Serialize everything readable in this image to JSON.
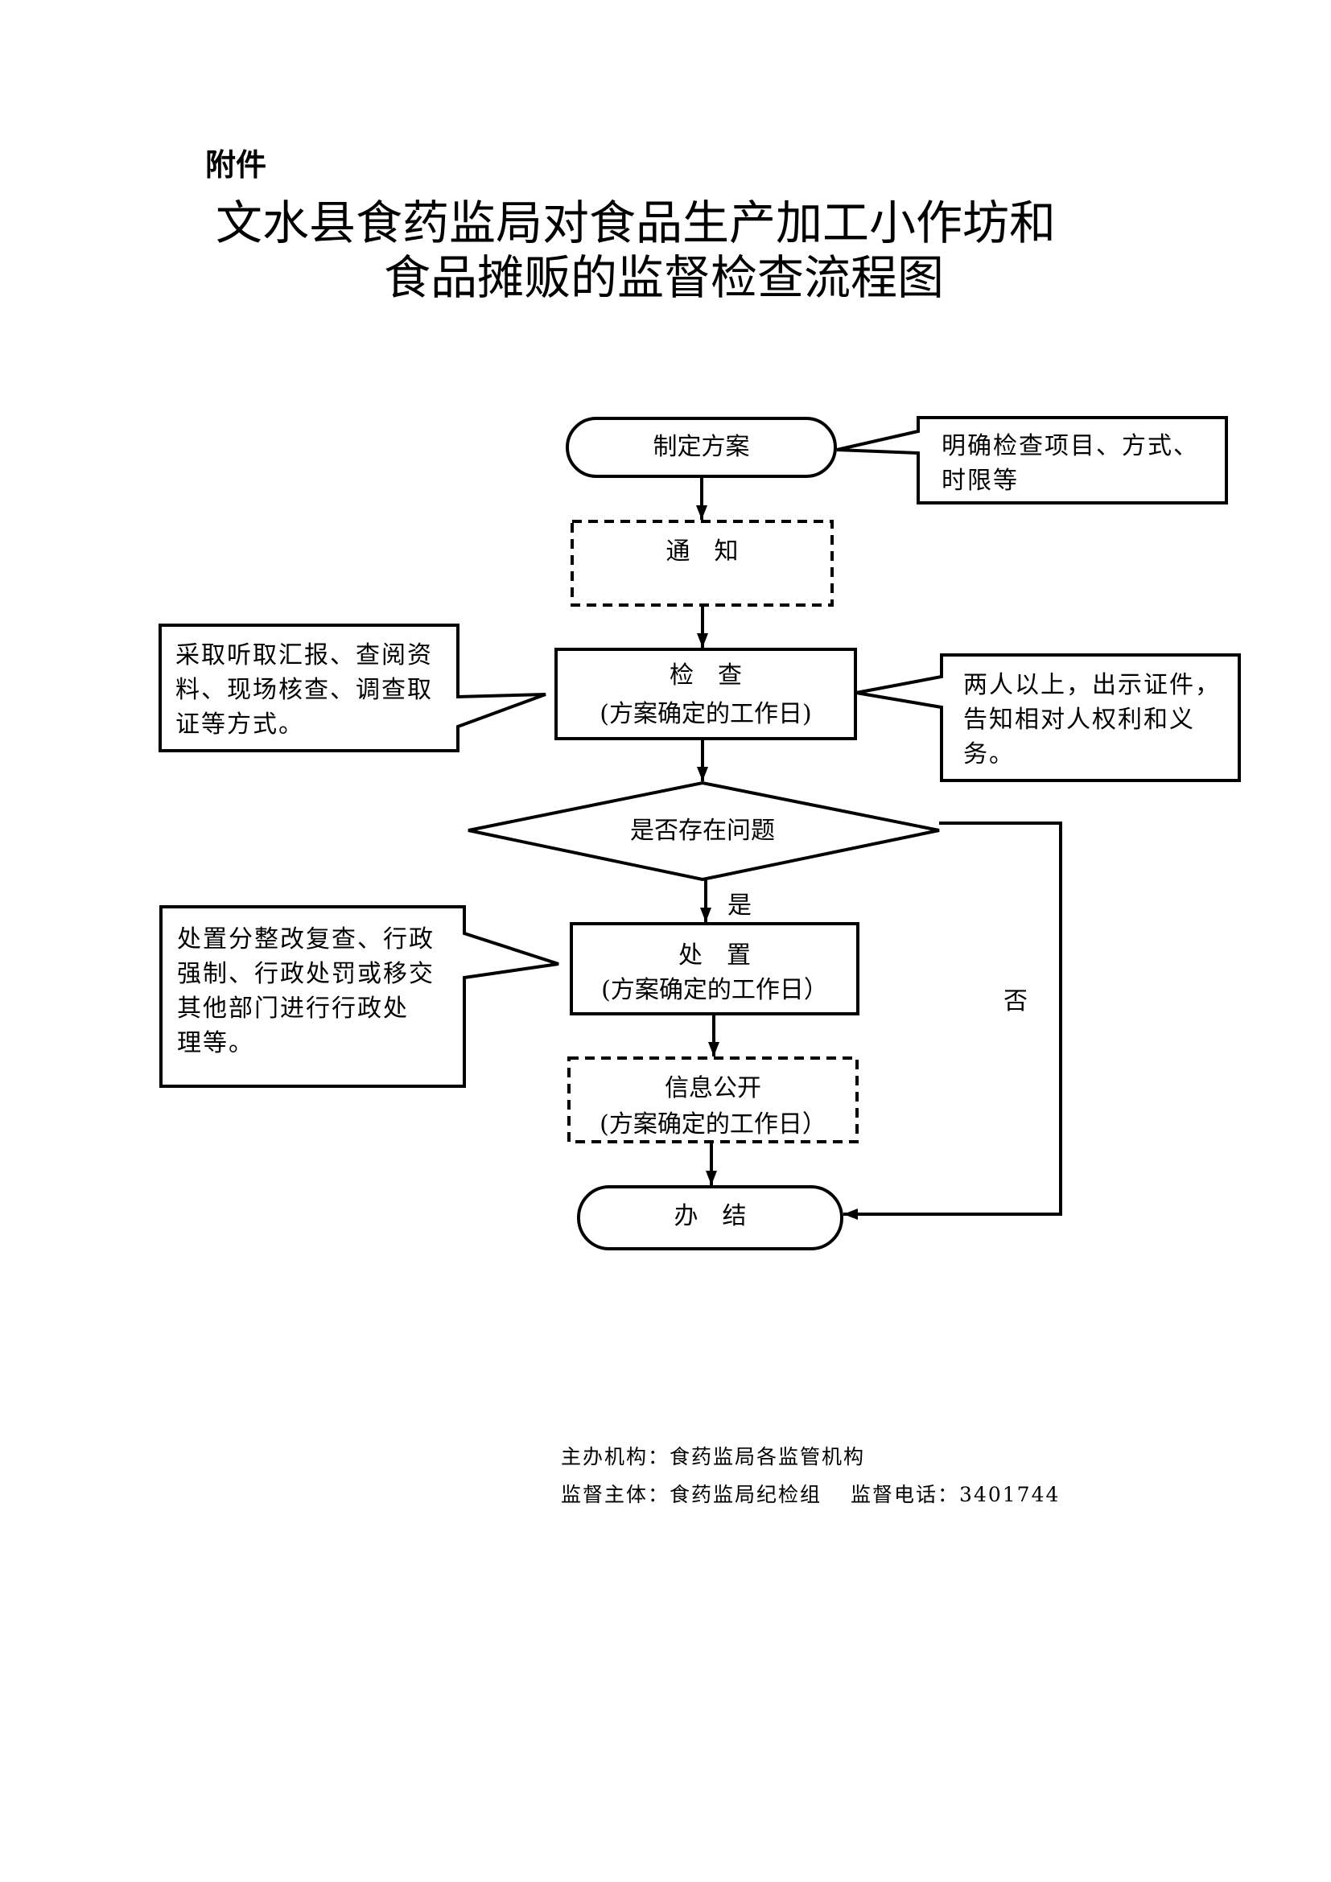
{
  "header": {
    "attachment_label": "附件",
    "title_line1": "文水县食药监局对食品生产加工小作坊和",
    "title_line2": "食品摊贩的监督检查流程图"
  },
  "flowchart": {
    "nodes": {
      "formulate_plan": {
        "label": "制定方案",
        "shape": "terminator"
      },
      "notify": {
        "label": "通　知",
        "shape": "dashed-process"
      },
      "inspect": {
        "label": "检　查",
        "sublabel": "(方案确定的工作日)",
        "shape": "process"
      },
      "decision": {
        "label": "是否存在问题",
        "shape": "decision"
      },
      "dispose": {
        "label": "处　置",
        "sublabel": "(方案确定的工作日）",
        "shape": "process"
      },
      "disclose": {
        "label": "信息公开",
        "sublabel": "(方案确定的工作日）",
        "shape": "dashed-process"
      },
      "close": {
        "label": "办　结",
        "shape": "terminator"
      }
    },
    "edge_labels": {
      "yes": "是",
      "no": "否"
    },
    "callouts": {
      "plan_note": {
        "lines": [
          "明确检查项目、方式、",
          "时限等"
        ]
      },
      "inspect_method_note": {
        "lines": [
          "采取听取汇报、查阅资",
          "料、现场核查、调查取",
          "证等方式。"
        ]
      },
      "inspect_rule_note": {
        "lines": [
          "两人以上，出示证件，",
          "告知相对人权利和义",
          "务。"
        ]
      },
      "dispose_note": {
        "lines": [
          "处置分整改复查、行政",
          "强制、行政处罚或移交",
          "其他部门进行行政处",
          "理等。"
        ]
      }
    }
  },
  "footer": {
    "organizer_label": "主办机构：",
    "organizer_value": "食药监局各监管机构",
    "supervisor_label": "监督主体：",
    "supervisor_value": "食药监局纪检组",
    "phone_label": "监督电话：",
    "phone_value": "3401744"
  }
}
